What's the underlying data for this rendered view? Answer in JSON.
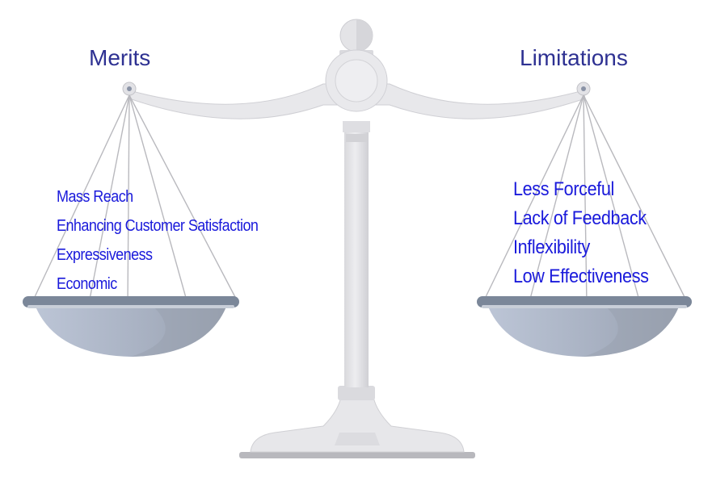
{
  "merits": {
    "title": "Merits",
    "items": [
      "Mass Reach",
      "Enhancing Customer Satisfaction",
      "Expressiveness",
      "Economic"
    ]
  },
  "limitations": {
    "title": "Limitations",
    "items": [
      "Less Forceful",
      "Lack of Feedback",
      "Inflexibility",
      "Low Effectiveness"
    ]
  },
  "colors": {
    "heading": "#2e3192",
    "list_text": "#1a1adb",
    "scale_body": "#e6e6e8",
    "scale_shadow": "#c9c9cd",
    "pan_rim": "#7b8799",
    "pan_bowl_light": "#b9c2d3",
    "pan_bowl_dark": "#9ea6b5"
  }
}
